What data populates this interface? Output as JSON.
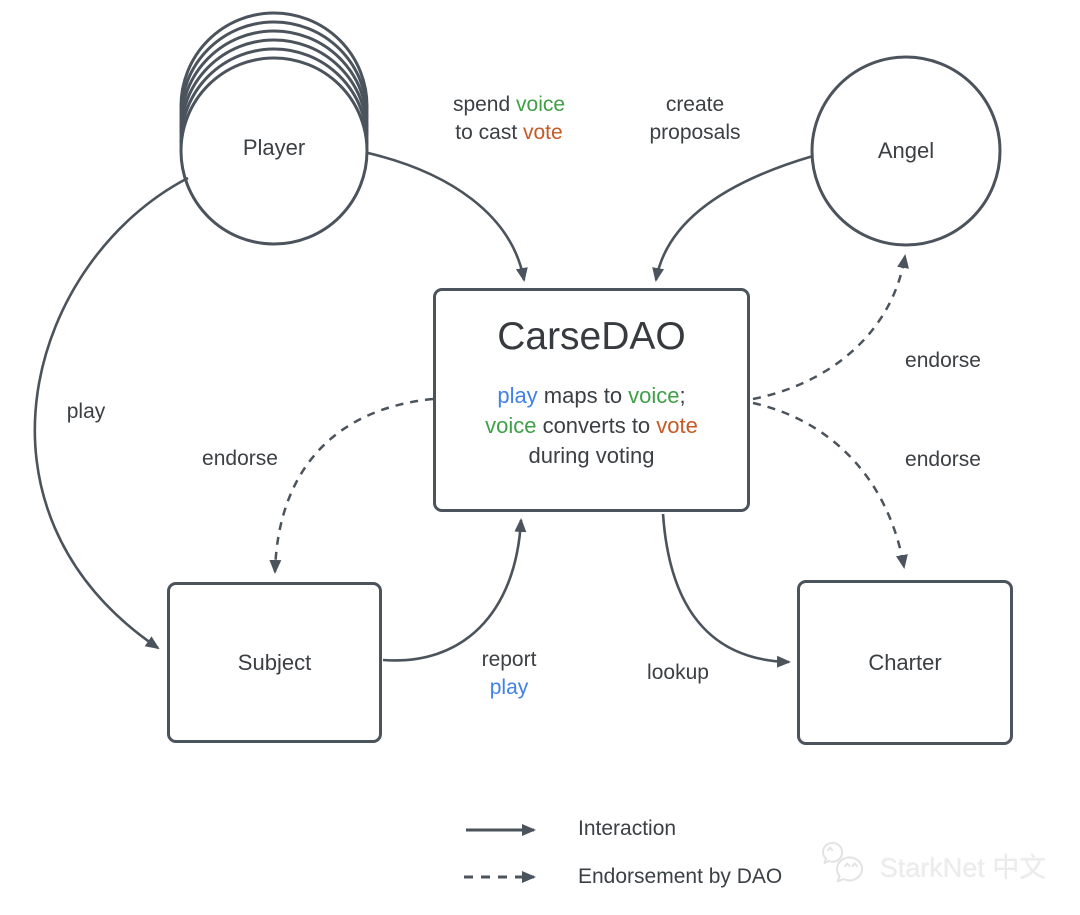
{
  "nodes": {
    "player": {
      "label": "Player"
    },
    "angel": {
      "label": "Angel"
    },
    "subject": {
      "label": "Subject"
    },
    "charter": {
      "label": "Charter"
    },
    "carsedao": {
      "title": "CarseDAO",
      "body_line1": {
        "a": "play",
        "b": " maps to ",
        "c": "voice",
        "d": ";"
      },
      "body_line2": {
        "a": "voice",
        "b": " converts to ",
        "c": "vote"
      },
      "body_line3": "during voting"
    }
  },
  "edge_labels": {
    "spend_vote": {
      "line1_a": "spend ",
      "line1_b": "voice",
      "line2_a": "to cast ",
      "line2_b": "vote"
    },
    "create_proposals": {
      "line1": "create",
      "line2": "proposals"
    },
    "play": "play",
    "endorse_subject": "endorse",
    "endorse_angel": "endorse",
    "endorse_charter": "endorse",
    "report_play": {
      "line1": "report",
      "line2": "play"
    },
    "lookup": "lookup"
  },
  "legend": {
    "interaction": "Interaction",
    "endorsement": "Endorsement by DAO"
  },
  "watermark": {
    "text": "StarkNet 中文",
    "icon": "wechat-icon"
  },
  "colors": {
    "stroke": "#4B535C",
    "text": "#3B4045",
    "play_blue": "#4181E8",
    "voice_green": "#3FA047",
    "vote_orange": "#C55A27",
    "watermark_gray": "#EBEBEB"
  }
}
